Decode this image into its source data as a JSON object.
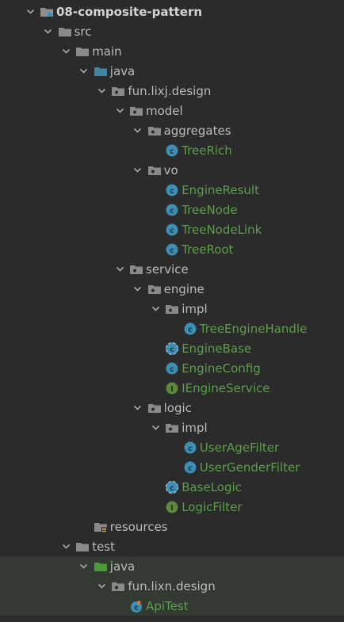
{
  "tree": [
    {
      "label": "08-composite-pattern",
      "indent": 0,
      "arrow": "down",
      "icon": "module-folder-icon",
      "style": "bold"
    },
    {
      "label": "src",
      "indent": 1,
      "arrow": "down",
      "icon": "folder-icon",
      "style": "pkg"
    },
    {
      "label": "main",
      "indent": 2,
      "arrow": "down",
      "icon": "folder-icon",
      "style": "pkg"
    },
    {
      "label": "java",
      "indent": 3,
      "arrow": "down",
      "icon": "source-folder-icon",
      "style": "pkg"
    },
    {
      "label": "fun.lixj.design",
      "indent": 4,
      "arrow": "down",
      "icon": "package-icon",
      "style": "pkg"
    },
    {
      "label": "model",
      "indent": 5,
      "arrow": "down",
      "icon": "package-icon",
      "style": "pkg"
    },
    {
      "label": "aggregates",
      "indent": 6,
      "arrow": "down",
      "icon": "package-icon",
      "style": "pkg"
    },
    {
      "label": "TreeRich",
      "indent": 7,
      "arrow": "none",
      "icon": "class-icon",
      "style": "cls"
    },
    {
      "label": "vo",
      "indent": 6,
      "arrow": "down",
      "icon": "package-icon",
      "style": "pkg"
    },
    {
      "label": "EngineResult",
      "indent": 7,
      "arrow": "none",
      "icon": "class-icon",
      "style": "cls"
    },
    {
      "label": "TreeNode",
      "indent": 7,
      "arrow": "none",
      "icon": "class-icon",
      "style": "cls"
    },
    {
      "label": "TreeNodeLink",
      "indent": 7,
      "arrow": "none",
      "icon": "class-icon",
      "style": "cls"
    },
    {
      "label": "TreeRoot",
      "indent": 7,
      "arrow": "none",
      "icon": "class-icon",
      "style": "cls"
    },
    {
      "label": "service",
      "indent": 5,
      "arrow": "down",
      "icon": "package-icon",
      "style": "pkg"
    },
    {
      "label": "engine",
      "indent": 6,
      "arrow": "down",
      "icon": "package-icon",
      "style": "pkg"
    },
    {
      "label": "impl",
      "indent": 7,
      "arrow": "down",
      "icon": "package-icon",
      "style": "pkg"
    },
    {
      "label": "TreeEngineHandle",
      "indent": 8,
      "arrow": "none",
      "icon": "class-icon",
      "style": "cls"
    },
    {
      "label": "EngineBase",
      "indent": 7,
      "arrow": "none",
      "icon": "abstract-class-icon",
      "style": "cls"
    },
    {
      "label": "EngineConfig",
      "indent": 7,
      "arrow": "none",
      "icon": "class-icon",
      "style": "cls"
    },
    {
      "label": "IEngineService",
      "indent": 7,
      "arrow": "none",
      "icon": "interface-icon",
      "style": "cls"
    },
    {
      "label": "logic",
      "indent": 6,
      "arrow": "down",
      "icon": "package-icon",
      "style": "pkg"
    },
    {
      "label": "impl",
      "indent": 7,
      "arrow": "down",
      "icon": "package-icon",
      "style": "pkg"
    },
    {
      "label": "UserAgeFilter",
      "indent": 8,
      "arrow": "none",
      "icon": "class-icon",
      "style": "cls"
    },
    {
      "label": "UserGenderFilter",
      "indent": 8,
      "arrow": "none",
      "icon": "class-icon",
      "style": "cls"
    },
    {
      "label": "BaseLogic",
      "indent": 7,
      "arrow": "none",
      "icon": "abstract-class-icon",
      "style": "cls"
    },
    {
      "label": "LogicFilter",
      "indent": 7,
      "arrow": "none",
      "icon": "interface-icon",
      "style": "cls"
    },
    {
      "label": "resources",
      "indent": 3,
      "arrow": "none",
      "icon": "resources-folder-icon",
      "style": "pkg"
    },
    {
      "label": "test",
      "indent": 2,
      "arrow": "down",
      "icon": "folder-icon",
      "style": "pkg"
    },
    {
      "label": "java",
      "indent": 3,
      "arrow": "down",
      "icon": "test-folder-icon",
      "style": "pkg",
      "highlight": true
    },
    {
      "label": "fun.lixn.design",
      "indent": 4,
      "arrow": "down",
      "icon": "package-icon",
      "style": "pkg",
      "highlight": true
    },
    {
      "label": "ApiTest",
      "indent": 5,
      "arrow": "none",
      "icon": "test-class-icon",
      "style": "cls",
      "highlight": true
    }
  ],
  "colors": {
    "background": "#2b2b2b",
    "highlight": "#323a32",
    "class_text": "#5c9e4a",
    "class_icon": "#3d8fb5",
    "interface_icon": "#5a8a3a",
    "folder": "#8a8a8a",
    "source_folder": "#3e86a0",
    "test_folder": "#4c9a3a"
  }
}
